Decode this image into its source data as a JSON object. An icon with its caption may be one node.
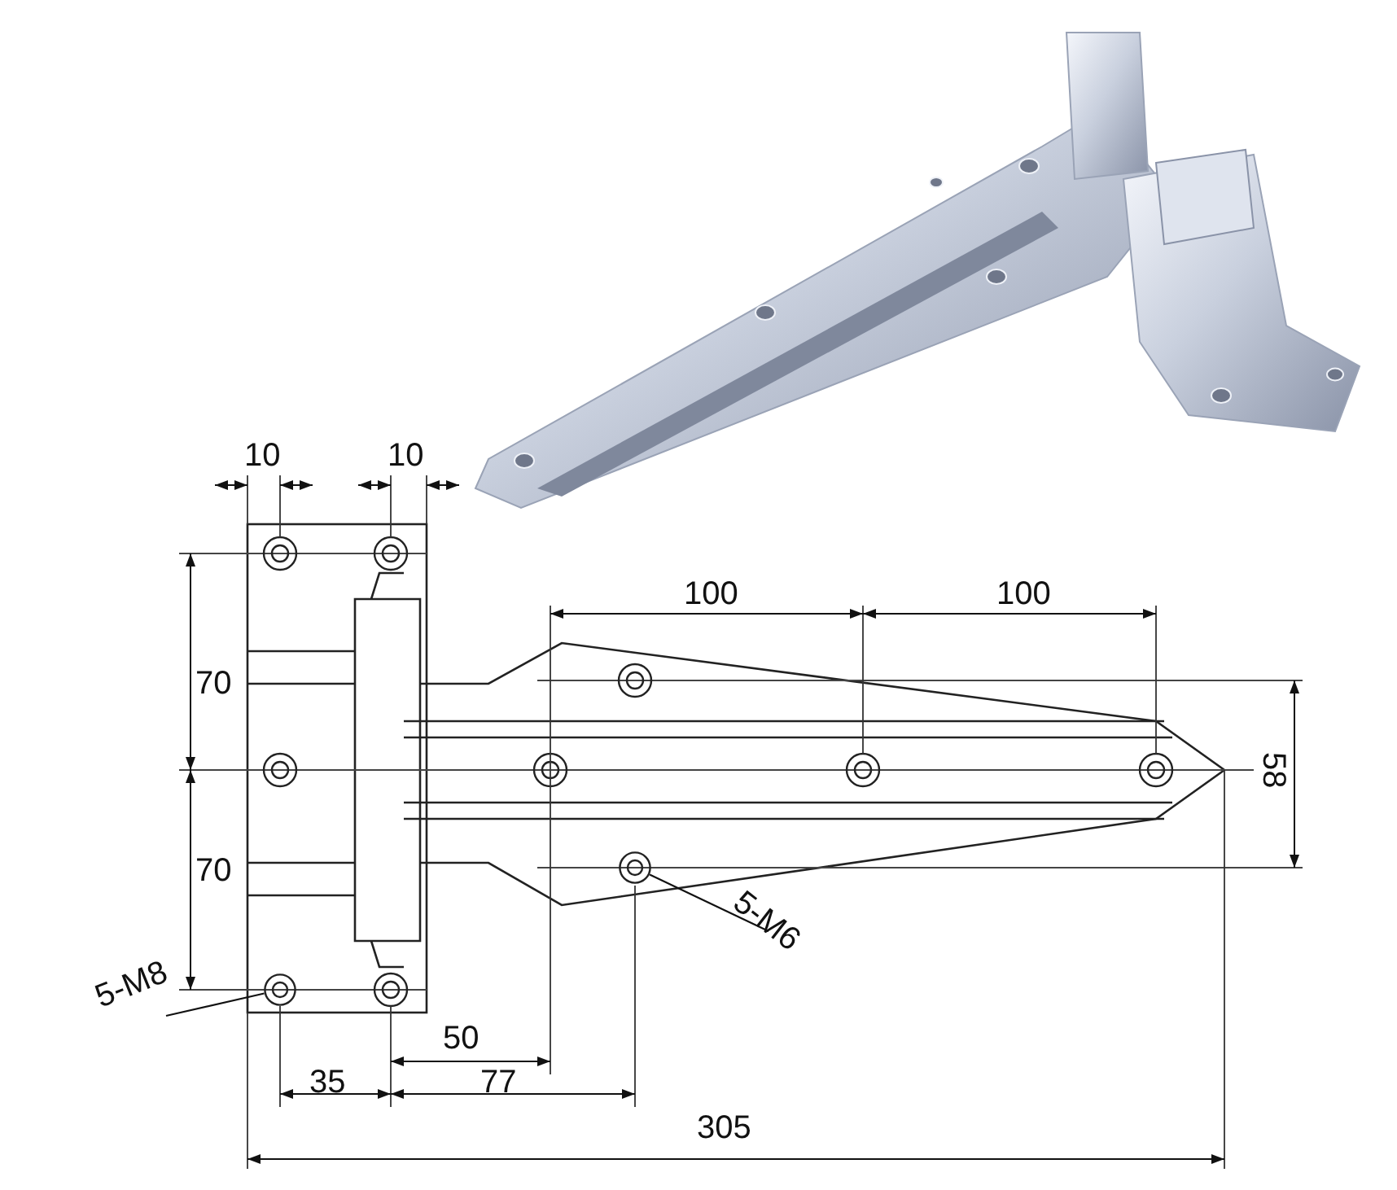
{
  "diagram": {
    "nodes": [
      {
        "text": [
          "5-M8"
        ]
      },
      {
        "text": [],
        "shape": "circle"
      },
      {
        "text": [
          "5-M6"
        ]
      },
      {
        "text": [],
        "shape": "circle"
      }
    ],
    "edges": [
      {
        "from": 0,
        "to": 1,
        "arrow": "none"
      },
      {
        "from": 2,
        "to": 3,
        "arrow": "none"
      }
    ],
    "labels": [
      "10",
      "10",
      "100",
      "100",
      "70",
      "58",
      "70",
      "50",
      "35",
      "77",
      "305"
    ]
  }
}
